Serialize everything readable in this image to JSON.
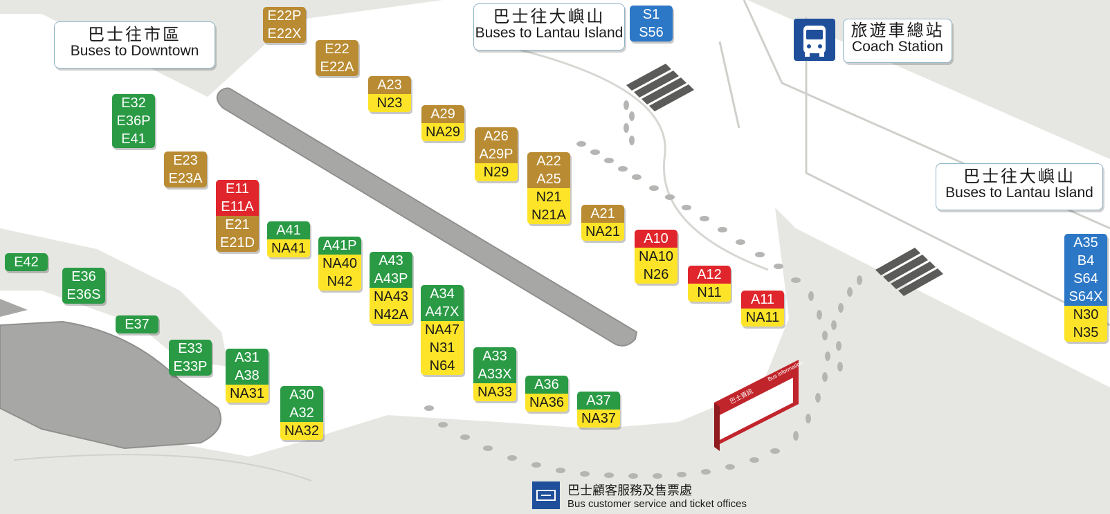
{
  "colors": {
    "ground": "#e6e7e2",
    "road": "#ffffff",
    "island": "#a7a8a6",
    "green": "#2a9a45",
    "brown": "#b98b33",
    "red": "#e0262c",
    "blue": "#2d78c6",
    "yellow": "#fde428",
    "icon_blue": "#1f4f9a"
  },
  "signs": {
    "downtown": {
      "zh": "巴士往市區",
      "en": "Buses to Downtown"
    },
    "lantau_top": {
      "zh": "巴士往大嶼山",
      "en": "Buses to Lantau Island"
    },
    "lantau_right": {
      "zh": "巴士往大嶼山",
      "en": "Buses to Lantau Island"
    },
    "coach": {
      "zh": "旅遊車總站",
      "en": "Coach Station",
      "icon": "bus-icon"
    }
  },
  "legend": {
    "icon": "ticket-icon",
    "zh": "巴士顧客服務及售票處",
    "en": "Bus customer service and ticket offices"
  },
  "info_board": {
    "zh": "巴士資訊",
    "en": "Bus information"
  },
  "stops": [
    {
      "id": "e22p",
      "routes": [
        {
          "r": "E22P",
          "c": "brown"
        },
        {
          "r": "E22X",
          "c": "brown"
        }
      ]
    },
    {
      "id": "e22",
      "routes": [
        {
          "r": "E22",
          "c": "brown"
        },
        {
          "r": "E22A",
          "c": "brown"
        }
      ]
    },
    {
      "id": "a23",
      "routes": [
        {
          "r": "A23",
          "c": "brown"
        },
        {
          "r": "N23",
          "c": "yellow"
        }
      ]
    },
    {
      "id": "a29",
      "routes": [
        {
          "r": "A29",
          "c": "brown"
        },
        {
          "r": "NA29",
          "c": "yellow"
        }
      ]
    },
    {
      "id": "a26",
      "routes": [
        {
          "r": "A26",
          "c": "brown"
        },
        {
          "r": "A29P",
          "c": "brown"
        },
        {
          "r": "N29",
          "c": "yellow"
        }
      ]
    },
    {
      "id": "a22",
      "routes": [
        {
          "r": "A22",
          "c": "brown"
        },
        {
          "r": "A25",
          "c": "brown"
        },
        {
          "r": "N21",
          "c": "yellow"
        },
        {
          "r": "N21A",
          "c": "yellow"
        }
      ]
    },
    {
      "id": "a21",
      "routes": [
        {
          "r": "A21",
          "c": "brown"
        },
        {
          "r": "NA21",
          "c": "yellow"
        }
      ]
    },
    {
      "id": "a10",
      "routes": [
        {
          "r": "A10",
          "c": "red"
        },
        {
          "r": "NA10",
          "c": "yellow"
        },
        {
          "r": "N26",
          "c": "yellow"
        }
      ]
    },
    {
      "id": "a12",
      "routes": [
        {
          "r": "A12",
          "c": "red"
        },
        {
          "r": "N11",
          "c": "yellow"
        }
      ]
    },
    {
      "id": "a11",
      "routes": [
        {
          "r": "A11",
          "c": "red"
        },
        {
          "r": "NA11",
          "c": "yellow"
        }
      ]
    },
    {
      "id": "s1",
      "routes": [
        {
          "r": "S1",
          "c": "blue"
        },
        {
          "r": "S56",
          "c": "blue"
        }
      ]
    },
    {
      "id": "a35",
      "routes": [
        {
          "r": "A35",
          "c": "blue"
        },
        {
          "r": "B4",
          "c": "blue"
        },
        {
          "r": "S64",
          "c": "blue"
        },
        {
          "r": "S64X",
          "c": "blue"
        },
        {
          "r": "N30",
          "c": "yellow"
        },
        {
          "r": "N35",
          "c": "yellow"
        }
      ]
    },
    {
      "id": "e32",
      "routes": [
        {
          "r": "E32",
          "c": "green"
        },
        {
          "r": "E36P",
          "c": "green"
        },
        {
          "r": "E41",
          "c": "green"
        }
      ]
    },
    {
      "id": "e23",
      "routes": [
        {
          "r": "E23",
          "c": "brown"
        },
        {
          "r": "E23A",
          "c": "brown"
        }
      ]
    },
    {
      "id": "e11",
      "routes": [
        {
          "r": "E11",
          "c": "red"
        },
        {
          "r": "E11A",
          "c": "red"
        },
        {
          "r": "E21",
          "c": "brown"
        },
        {
          "r": "E21D",
          "c": "brown"
        }
      ]
    },
    {
      "id": "a41",
      "routes": [
        {
          "r": "A41",
          "c": "green"
        },
        {
          "r": "NA41",
          "c": "yellow"
        }
      ]
    },
    {
      "id": "a41p",
      "routes": [
        {
          "r": "A41P",
          "c": "green"
        },
        {
          "r": "NA40",
          "c": "yellow"
        },
        {
          "r": "N42",
          "c": "yellow"
        }
      ]
    },
    {
      "id": "a43",
      "routes": [
        {
          "r": "A43",
          "c": "green"
        },
        {
          "r": "A43P",
          "c": "green"
        },
        {
          "r": "NA43",
          "c": "yellow"
        },
        {
          "r": "N42A",
          "c": "yellow"
        }
      ]
    },
    {
      "id": "a34",
      "routes": [
        {
          "r": "A34",
          "c": "green"
        },
        {
          "r": "A47X",
          "c": "green"
        },
        {
          "r": "NA47",
          "c": "yellow"
        },
        {
          "r": "N31",
          "c": "yellow"
        },
        {
          "r": "N64",
          "c": "yellow"
        }
      ]
    },
    {
      "id": "a33",
      "routes": [
        {
          "r": "A33",
          "c": "green"
        },
        {
          "r": "A33X",
          "c": "green"
        },
        {
          "r": "NA33",
          "c": "yellow"
        }
      ]
    },
    {
      "id": "a36",
      "routes": [
        {
          "r": "A36",
          "c": "green"
        },
        {
          "r": "NA36",
          "c": "yellow"
        }
      ]
    },
    {
      "id": "a37",
      "routes": [
        {
          "r": "A37",
          "c": "green"
        },
        {
          "r": "NA37",
          "c": "yellow"
        }
      ]
    },
    {
      "id": "e42",
      "routes": [
        {
          "r": "E42",
          "c": "green"
        }
      ]
    },
    {
      "id": "e36",
      "routes": [
        {
          "r": "E36",
          "c": "green"
        },
        {
          "r": "E36S",
          "c": "green"
        }
      ]
    },
    {
      "id": "e37",
      "routes": [
        {
          "r": "E37",
          "c": "green"
        }
      ]
    },
    {
      "id": "e33",
      "routes": [
        {
          "r": "E33",
          "c": "green"
        },
        {
          "r": "E33P",
          "c": "green"
        }
      ]
    },
    {
      "id": "a31",
      "routes": [
        {
          "r": "A31",
          "c": "green"
        },
        {
          "r": "A38",
          "c": "green"
        },
        {
          "r": "NA31",
          "c": "yellow"
        }
      ]
    },
    {
      "id": "a30",
      "routes": [
        {
          "r": "A30",
          "c": "green"
        },
        {
          "r": "A32",
          "c": "green"
        },
        {
          "r": "NA32",
          "c": "yellow"
        }
      ]
    }
  ]
}
